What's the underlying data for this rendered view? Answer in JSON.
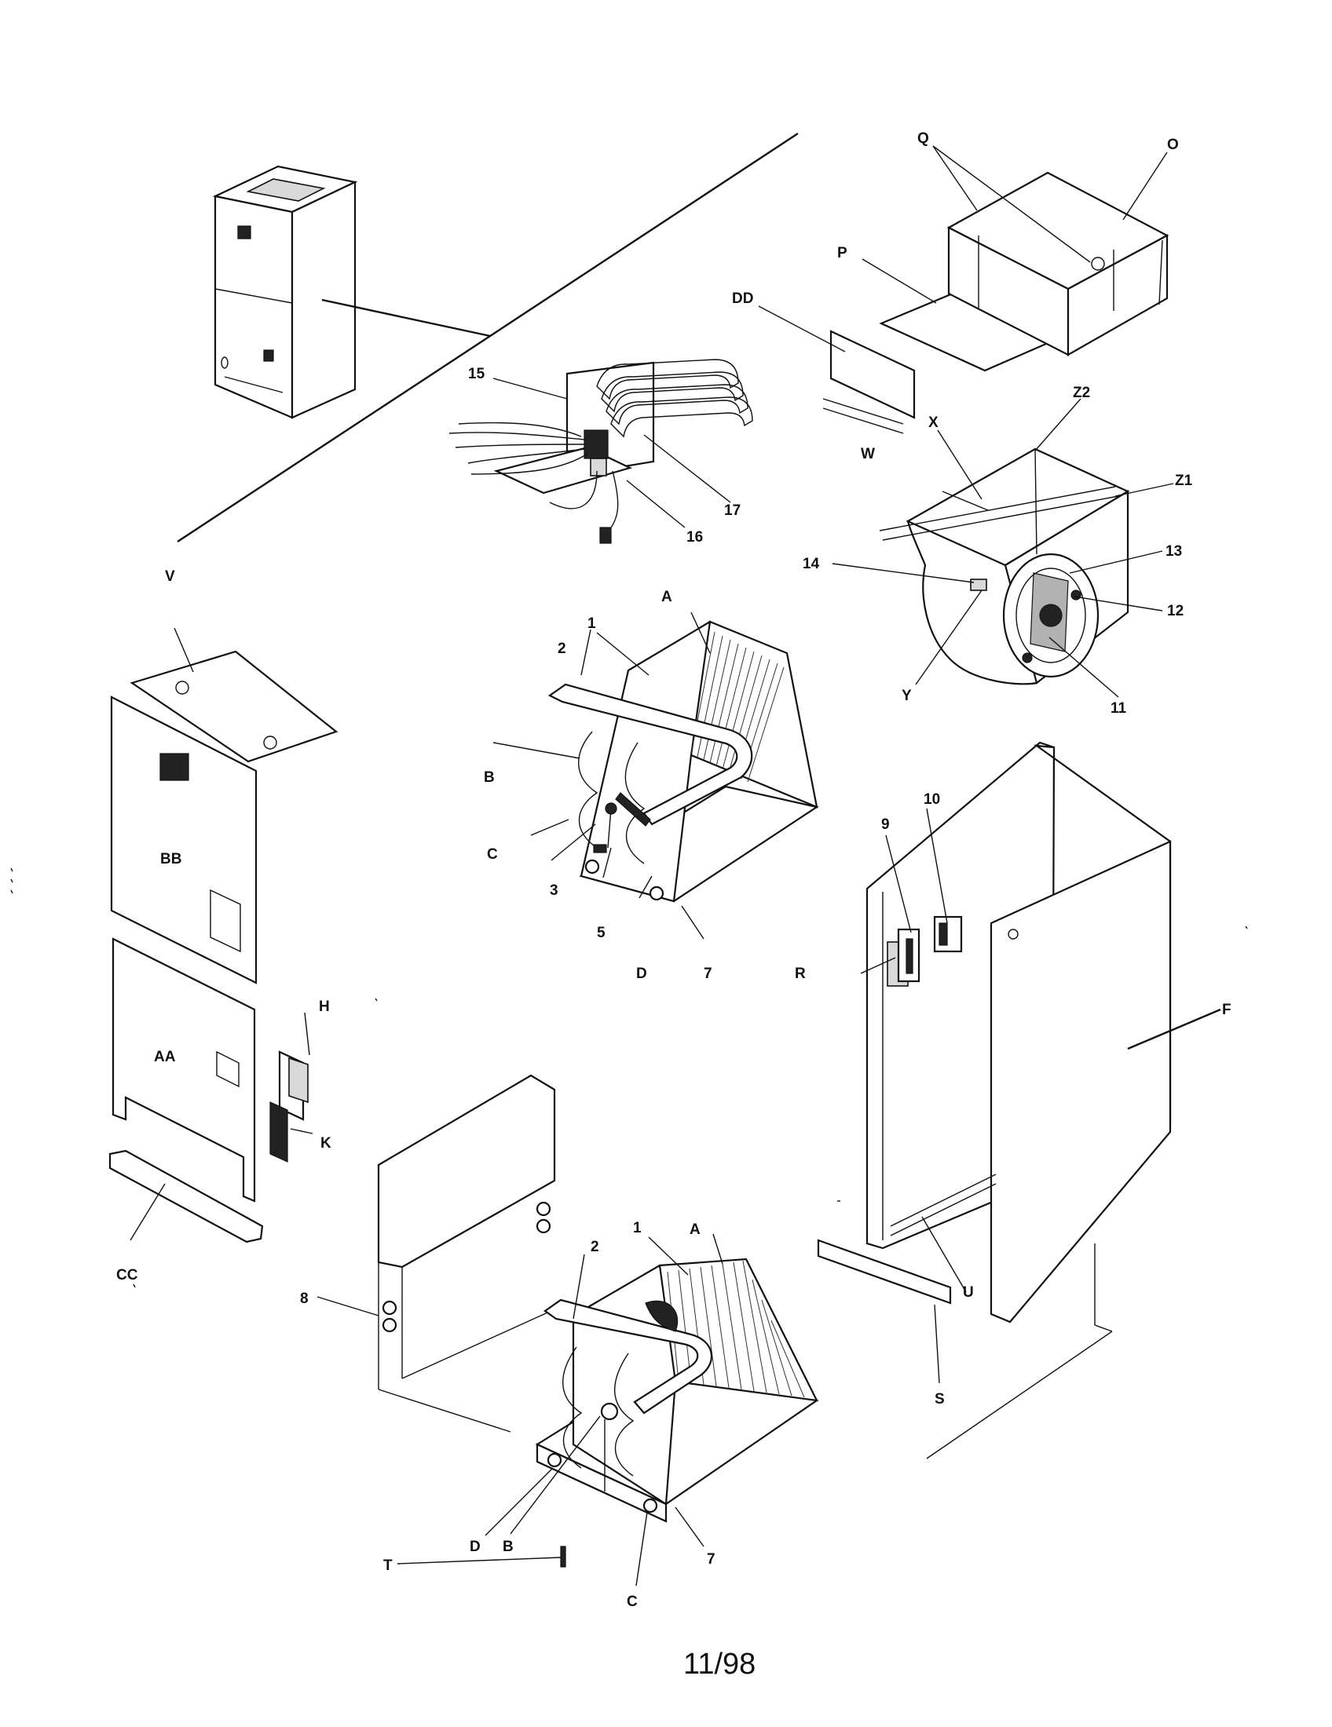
{
  "page": {
    "footer": "11/98"
  },
  "labels": {
    "Q": "Q",
    "O": "O",
    "P": "P",
    "DD": "DD",
    "Z2": "Z2",
    "X": "X",
    "W": "W",
    "Z1": "Z1",
    "n13": "13",
    "n14": "14",
    "n12": "12",
    "Y": "Y",
    "n11": "11",
    "n15": "15",
    "n17": "17",
    "n16": "16",
    "V": "V",
    "BB": "BB",
    "AA": "AA",
    "H": "H",
    "K": "K",
    "CC": "CC",
    "A_top": "A",
    "n1_top": "1",
    "n2_top": "2",
    "B_top": "B",
    "C_top": "C",
    "n3": "3",
    "n5": "5",
    "D_top": "D",
    "n7_top": "7",
    "n10": "10",
    "n9": "9",
    "R": "R",
    "F": "F",
    "U": "U",
    "S": "S",
    "n8": "8",
    "n1_bot": "1",
    "A_bot": "A",
    "n2_bot": "2",
    "D_bot": "D",
    "B_bot": "B",
    "T": "T",
    "C_bot": "C",
    "n7_bot": "7"
  }
}
